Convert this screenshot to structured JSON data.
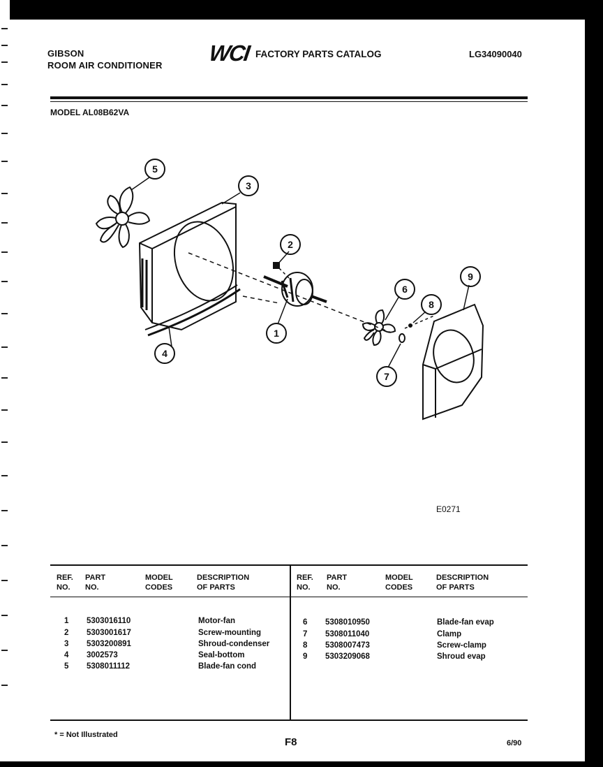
{
  "header": {
    "brand": "GIBSON",
    "product": "ROOM AIR CONDITIONER",
    "logo_text": "WCI",
    "catalog_title": "FACTORY PARTS CATALOG",
    "catalog_number": "LG34090040"
  },
  "model_label": "MODEL AL08B62VA",
  "diagram": {
    "figure_code": "E0271",
    "callouts": [
      "5",
      "3",
      "2",
      "1",
      "4",
      "6",
      "8",
      "9",
      "7"
    ]
  },
  "table": {
    "headers": {
      "ref": [
        "REF.",
        "NO."
      ],
      "part": [
        "PART",
        "NO."
      ],
      "model": [
        "MODEL",
        "CODES"
      ],
      "desc": [
        "DESCRIPTION",
        "OF PARTS"
      ]
    },
    "left_rows": [
      {
        "ref": "1",
        "part": "5303016110",
        "desc": "Motor-fan"
      },
      {
        "ref": "2",
        "part": "5303001617",
        "desc": "Screw-mounting"
      },
      {
        "ref": "3",
        "part": "5303200891",
        "desc": "Shroud-condenser"
      },
      {
        "ref": "4",
        "part": "3002573",
        "desc": "Seal-bottom"
      },
      {
        "ref": "5",
        "part": "5308011112",
        "desc": "Blade-fan cond"
      }
    ],
    "right_rows": [
      {
        "ref": "6",
        "part": "5308010950",
        "desc": "Blade-fan evap"
      },
      {
        "ref": "7",
        "part": "5308011040",
        "desc": "Clamp"
      },
      {
        "ref": "8",
        "part": "5308007473",
        "desc": "Screw-clamp"
      },
      {
        "ref": "9",
        "part": "5303209068",
        "desc": "Shroud evap"
      }
    ]
  },
  "footer": {
    "note": "* = Not Illustrated",
    "page": "F8",
    "date": "6/90"
  }
}
